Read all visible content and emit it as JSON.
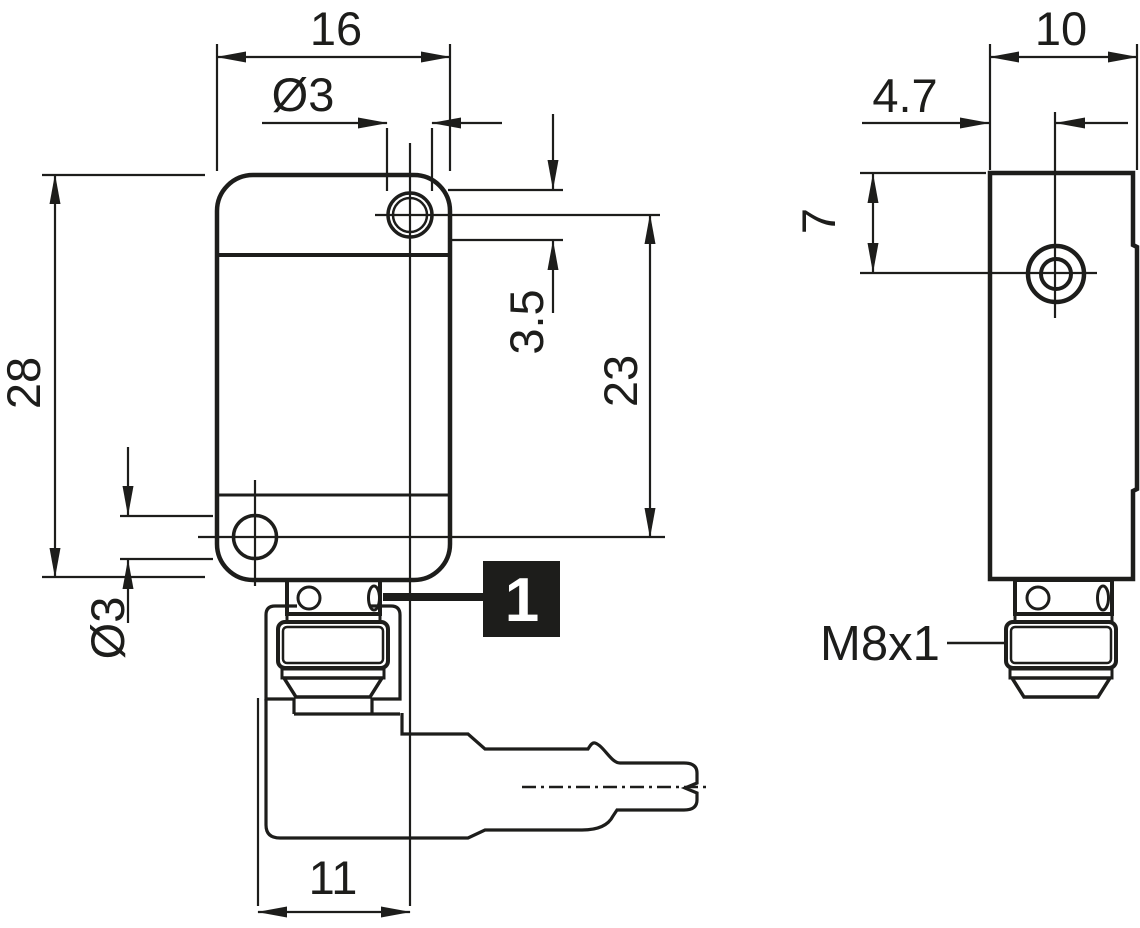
{
  "front": {
    "width": "16",
    "height": "28",
    "top_hole_dia": "Ø3",
    "top_hole_offset": "3.5",
    "hole_spacing": "23",
    "bottom_hole_dia": "Ø3",
    "connector_offset": "11"
  },
  "side": {
    "width": "10",
    "hole_offset_horizontal": "4.7",
    "hole_offset_vertical": "7"
  },
  "labels": {
    "thread": "M8x1",
    "callout": "1"
  },
  "colors": {
    "ink": "#1d1d1b",
    "background": "#ffffff",
    "callout_bg": "#1d1d1b",
    "callout_fg": "#ffffff"
  }
}
